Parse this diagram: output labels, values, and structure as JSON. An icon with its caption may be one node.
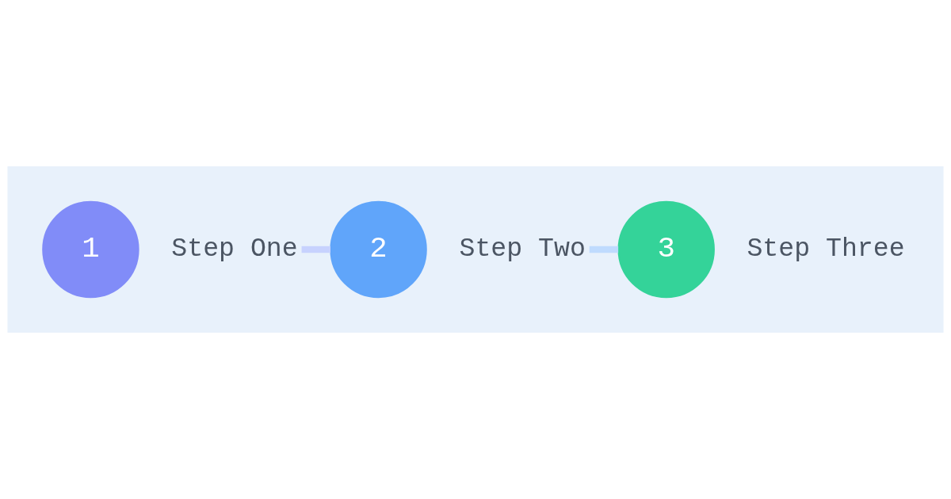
{
  "diagram": {
    "nodes": [
      {
        "text": [
          "1"
        ]
      },
      {
        "text": [
          "Step One"
        ]
      },
      {
        "text": [
          "2"
        ]
      },
      {
        "text": [
          "Step Two"
        ]
      },
      {
        "text": [
          "3"
        ]
      },
      {
        "text": [
          "Step Three"
        ]
      }
    ],
    "edges": [
      {
        "from": 1,
        "to": 2,
        "arrow": "none",
        "color": "#c7d2fe"
      },
      {
        "from": 3,
        "to": 4,
        "arrow": "none",
        "color": "#bfdbfe"
      }
    ]
  }
}
